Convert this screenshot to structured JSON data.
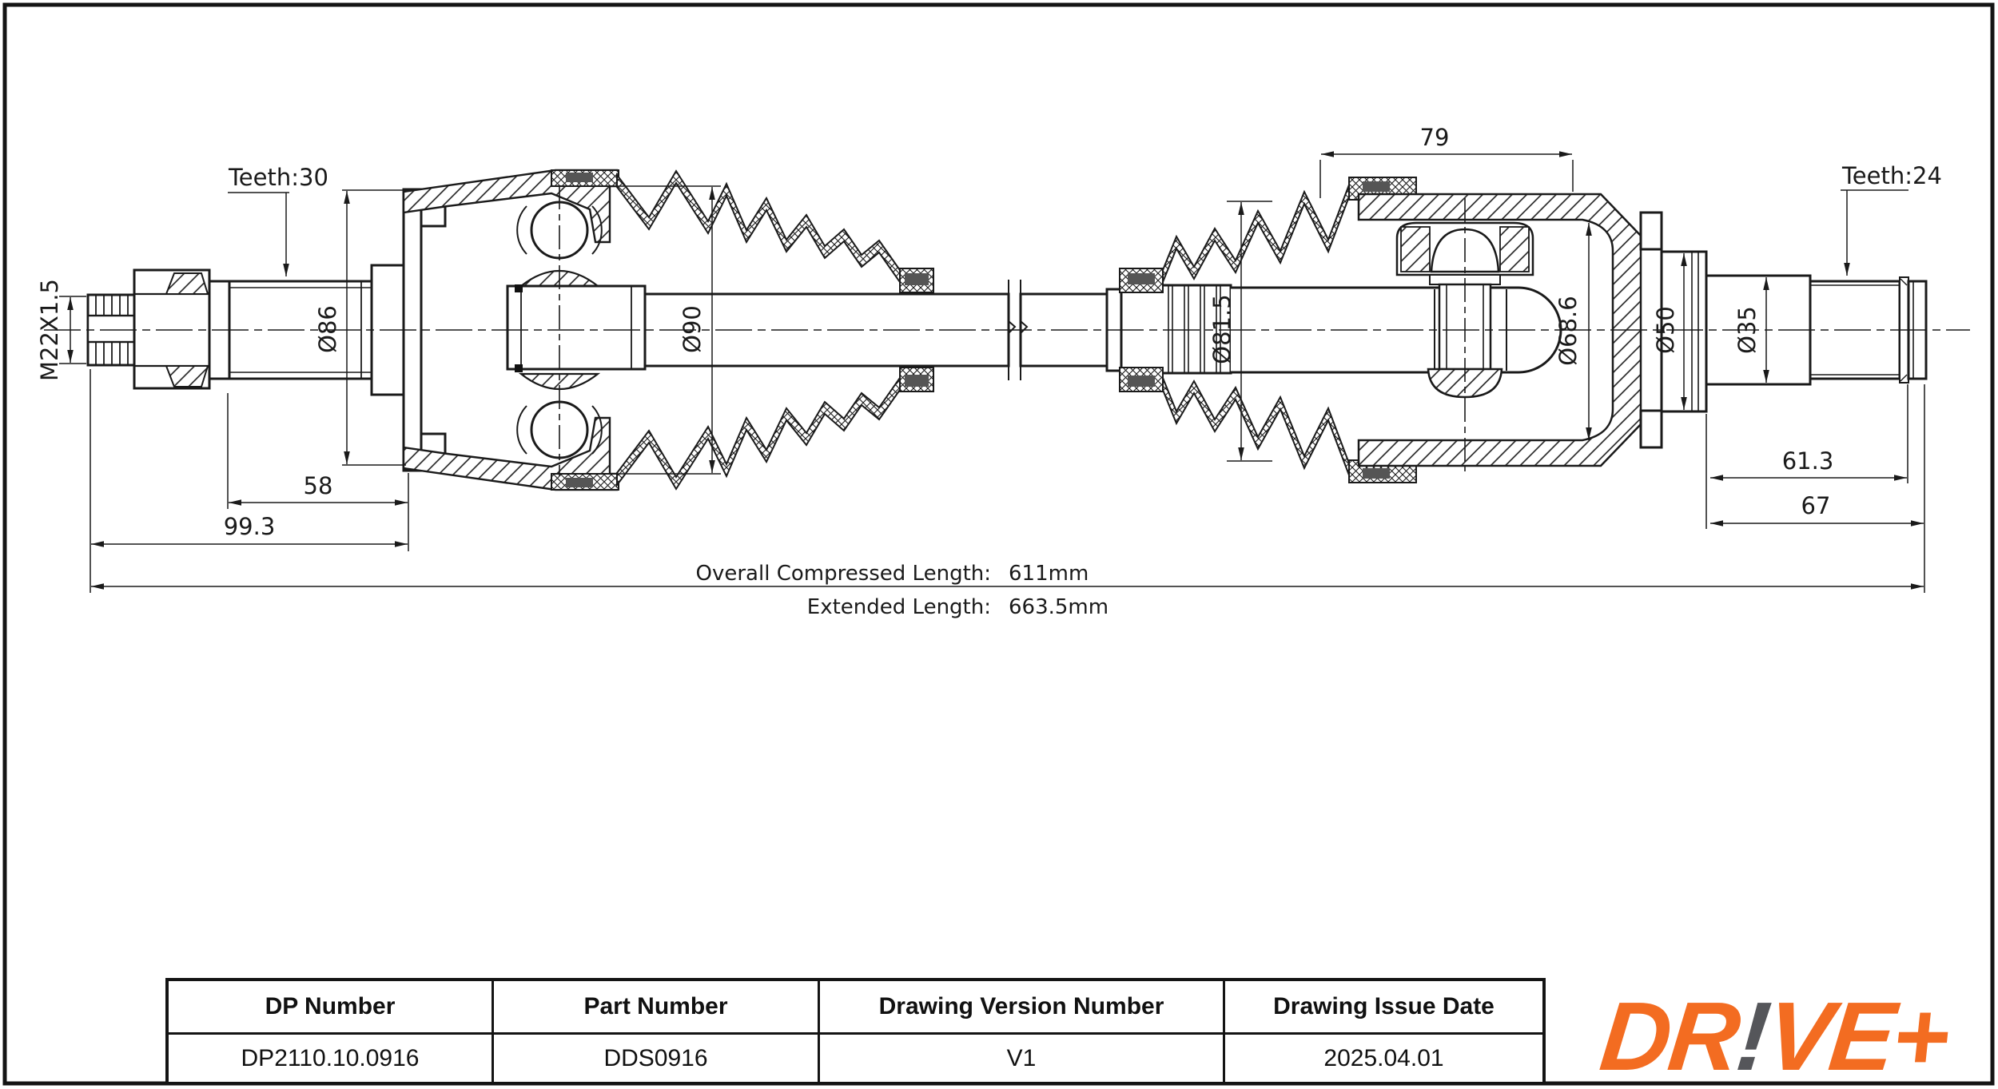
{
  "drawing": {
    "labels": {
      "teeth_left": "Teeth:30",
      "thread": "M22X1.5",
      "dia86": "Ø86",
      "dia90": "Ø90",
      "dim58": "58",
      "dim99_3": "99.3",
      "dim79": "79",
      "dia81_5": "Ø81.5",
      "dia68_6": "Ø68.6",
      "dia50": "Ø50",
      "dia35": "Ø35",
      "teeth_right": "Teeth:24",
      "dim61_3": "61.3",
      "dim67": "67"
    },
    "overall": {
      "compressed_label": "Overall Compressed Length:",
      "compressed_value": "611mm",
      "extended_label": "Extended Length:",
      "extended_value": "663.5mm"
    }
  },
  "title_block": {
    "columns": [
      {
        "header": "DP Number",
        "value": "DP2110.10.0916"
      },
      {
        "header": "Part Number",
        "value": "DDS0916"
      },
      {
        "header": "Drawing Version Number",
        "value": "V1"
      },
      {
        "header": "Drawing Issue Date",
        "value": "2025.04.01"
      }
    ]
  },
  "logo": {
    "segments": [
      {
        "text": "DR",
        "color": "#F36C21"
      },
      {
        "text": "!",
        "color": "#55565A"
      },
      {
        "text": "VE+",
        "color": "#F36C21"
      }
    ]
  },
  "colors": {
    "ink": "#1a1a1a",
    "frame": "#141414",
    "clamp_gray": "#555555",
    "logo_orange": "#F36C21",
    "logo_gray": "#55565A"
  }
}
